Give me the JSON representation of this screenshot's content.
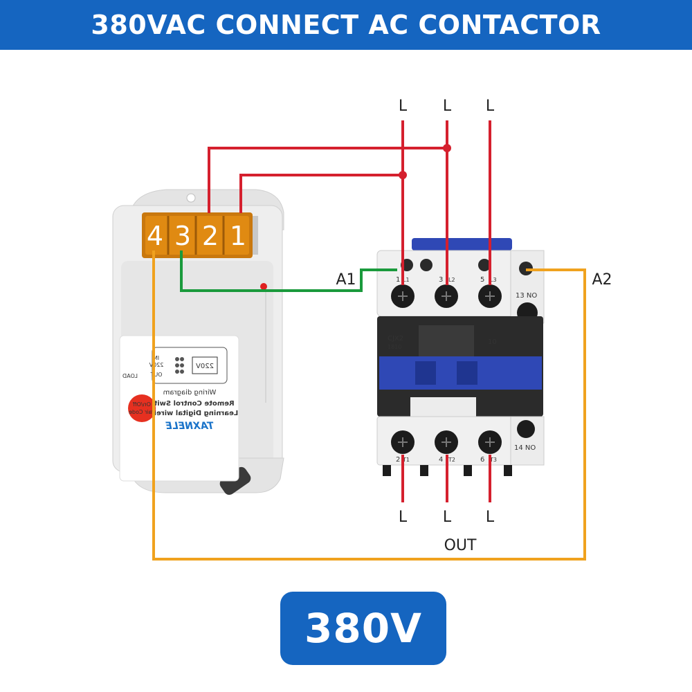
{
  "header": {
    "title": "380VAC CONNECT AC CONTACTOR"
  },
  "colors": {
    "header_bg": "#1565c0",
    "line_wire": "#d5202e",
    "control_wire": "#1a9a3c",
    "neutral_wire": "#f0a21e"
  },
  "diagram": {
    "top_labels": [
      "L",
      "L",
      "L"
    ],
    "bottom_labels": [
      "L",
      "L",
      "L"
    ],
    "out_label": "OUT",
    "coil_a1": "A1",
    "coil_a2": "A2"
  },
  "switch_module": {
    "terminals": [
      "4",
      "3",
      "2",
      "1"
    ],
    "brand": "TAXNELE",
    "product_line1": "Learning Digital wireless",
    "product_line2": "Remote Control Switch",
    "wiring_caption": "Wiring diagram",
    "voltage_box": "220V",
    "load_label": "LOAD",
    "out_label": "OUT",
    "in_label": "IN",
    "volt_small": "220V",
    "button_line1": "On/Off",
    "button_line2": "Pair Code"
  },
  "contactor": {
    "model": "CJX2",
    "model_code": "1810",
    "contact_type": "10",
    "top_terminals": [
      {
        "num": "1",
        "sub": "L1"
      },
      {
        "num": "3",
        "sub": "L2"
      },
      {
        "num": "5",
        "sub": "L3"
      }
    ],
    "bottom_terminals": [
      {
        "num": "2",
        "sub": "T1"
      },
      {
        "num": "4",
        "sub": "T2"
      },
      {
        "num": "6",
        "sub": "T3"
      }
    ],
    "aux_top": "13 NO",
    "aux_bottom": "14 NO"
  },
  "badge": {
    "label": "380V"
  }
}
